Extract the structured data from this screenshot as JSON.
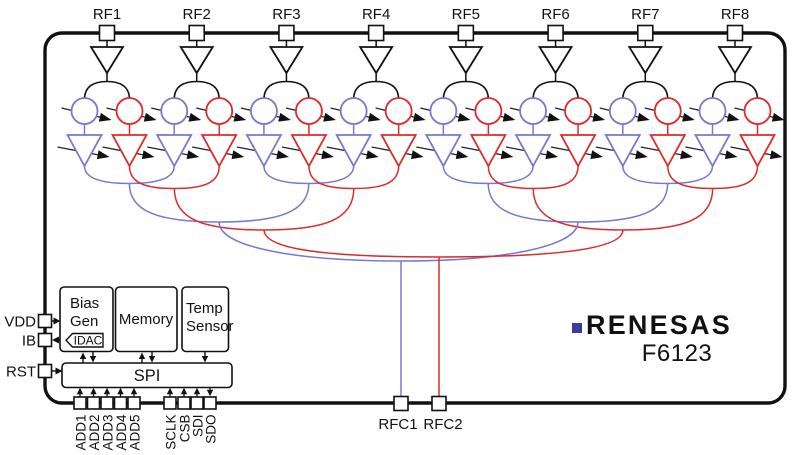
{
  "diagram": {
    "brand": {
      "logo_text": "RENESAS",
      "part_number": "F6123"
    },
    "rf_inputs": [
      "RF1",
      "RF2",
      "RF3",
      "RF4",
      "RF5",
      "RF6",
      "RF7",
      "RF8"
    ],
    "rfc_outputs": [
      "RFC1",
      "RFC2"
    ],
    "left_pins": [
      "VDD",
      "IB",
      "RST"
    ],
    "address_pins": [
      "ADD1",
      "ADD2",
      "ADD3",
      "ADD4",
      "ADD5"
    ],
    "spi_pins": [
      "SCLK",
      "CSB",
      "SDI",
      "SDO"
    ],
    "blocks": {
      "bias_gen": [
        "Bias",
        "Gen"
      ],
      "idac": "IDAC",
      "memory": [
        "Memory"
      ],
      "temp_sensor": [
        "Temp",
        "Sensor"
      ],
      "spi": "SPI"
    },
    "colors": {
      "beam1_blue": "#7878d0",
      "beam2_red": "#dd2a2a",
      "line_black": "#111111",
      "brand_blue": "#3b3b9e"
    }
  }
}
